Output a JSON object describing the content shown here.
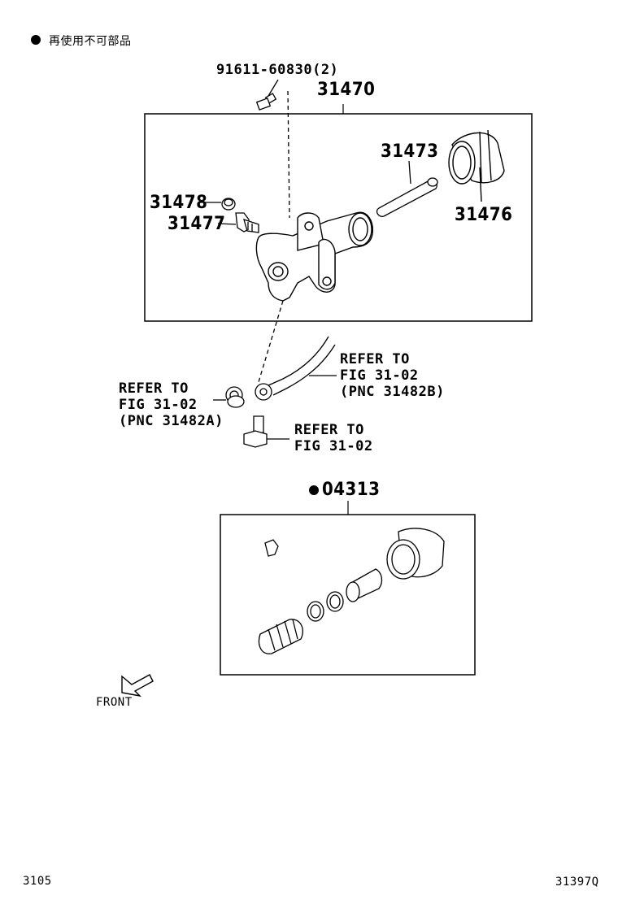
{
  "legend": {
    "note": "再使用不可部品"
  },
  "parts": {
    "bolt": "91611-60830(2)",
    "cylinder_assy": "31470",
    "push_rod": "31473",
    "boot": "31476",
    "cap": "31478",
    "bleeder": "31477",
    "kit": "04313"
  },
  "refs": {
    "hose_ref": "REFER TO\nFIG 31-02\n(PNC 31482B)",
    "gasket_ref": "REFER TO\nFIG 31-02\n(PNC 31482A)",
    "union_ref": "REFER TO\nFIG 31-02"
  },
  "front": {
    "label": "FRONT"
  },
  "footer": {
    "left": "3105",
    "right": "31397Q"
  }
}
